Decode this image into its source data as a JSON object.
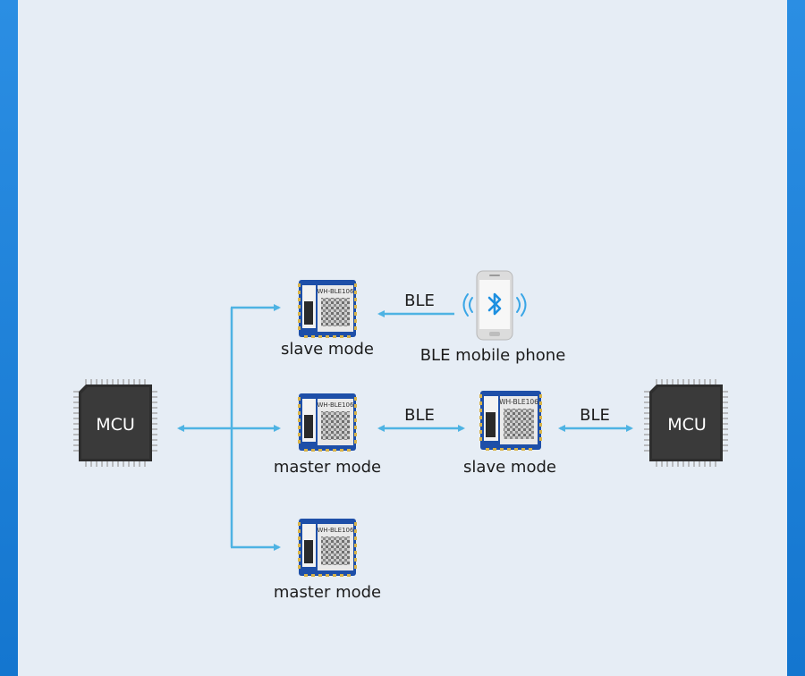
{
  "diagram": {
    "mcu_left_label": "MCU",
    "mcu_right_label": "MCU",
    "module_marking": "WH-BLE106",
    "nodes": {
      "top_slave": "slave mode",
      "middle_master": "master mode",
      "middle_slave": "slave mode",
      "bottom_master": "master mode",
      "phone": "BLE mobile phone"
    },
    "links": {
      "phone_to_slave": "BLE",
      "master_to_slave": "BLE",
      "slave_to_mcu": "BLE"
    }
  },
  "colors": {
    "arrow": "#4eb3e3",
    "panel": "#e6edf5",
    "frame": "#1a7fd6",
    "chip": "#2e2e2e",
    "module_board": "#1e4fa8",
    "bluetooth": "#1d8fe0"
  }
}
